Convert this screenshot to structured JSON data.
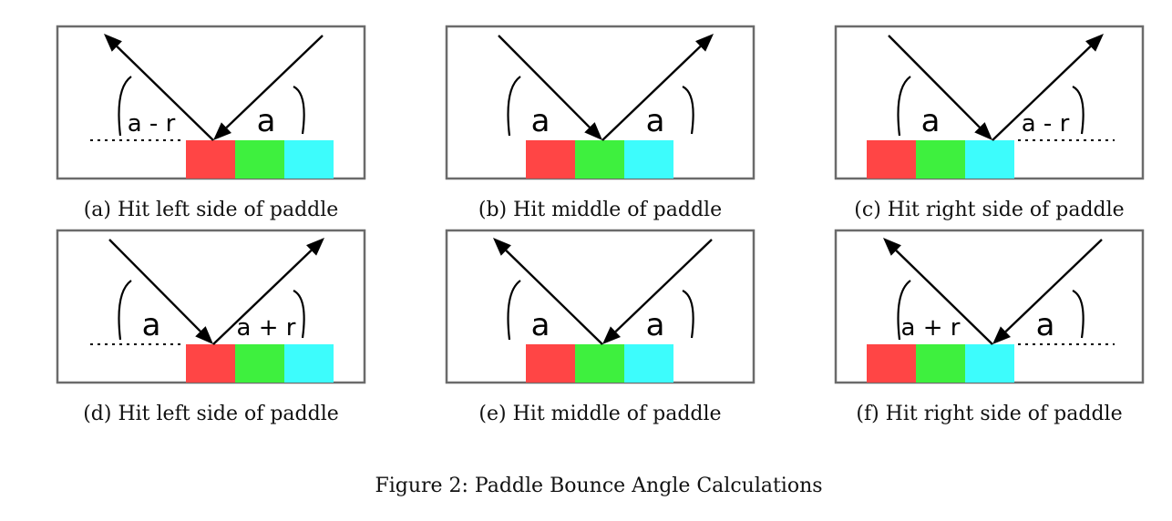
{
  "colors": {
    "segment_left": "#ff4545",
    "segment_middle": "#3ef03e",
    "segment_right": "#3dfcfc",
    "frame": "#6b6b6b",
    "ink": "#000000"
  },
  "figure_caption": "Figure 2: Paddle Bounce Angle Calculations",
  "panels": [
    {
      "id": "a",
      "caption": "(a) Hit left side of paddle",
      "paddle": "right",
      "hit": "left",
      "direction": "right-to-left",
      "left_label": "a - r",
      "right_label": "a"
    },
    {
      "id": "b",
      "caption": "(b) Hit middle of paddle",
      "paddle": "center",
      "hit": "middle",
      "direction": "left-to-right",
      "left_label": "a",
      "right_label": "a"
    },
    {
      "id": "c",
      "caption": "(c) Hit right side of paddle",
      "paddle": "left",
      "hit": "right",
      "direction": "left-to-right",
      "left_label": "a",
      "right_label": "a - r"
    },
    {
      "id": "d",
      "caption": "(d) Hit left side of paddle",
      "paddle": "right",
      "hit": "left",
      "direction": "left-to-right",
      "left_label": "a",
      "right_label": "a + r"
    },
    {
      "id": "e",
      "caption": "(e) Hit middle of paddle",
      "paddle": "center",
      "hit": "middle",
      "direction": "right-to-left",
      "left_label": "a",
      "right_label": "a"
    },
    {
      "id": "f",
      "caption": "(f) Hit right side of paddle",
      "paddle": "left",
      "hit": "right",
      "direction": "right-to-left",
      "left_label": "a + r",
      "right_label": "a"
    }
  ]
}
